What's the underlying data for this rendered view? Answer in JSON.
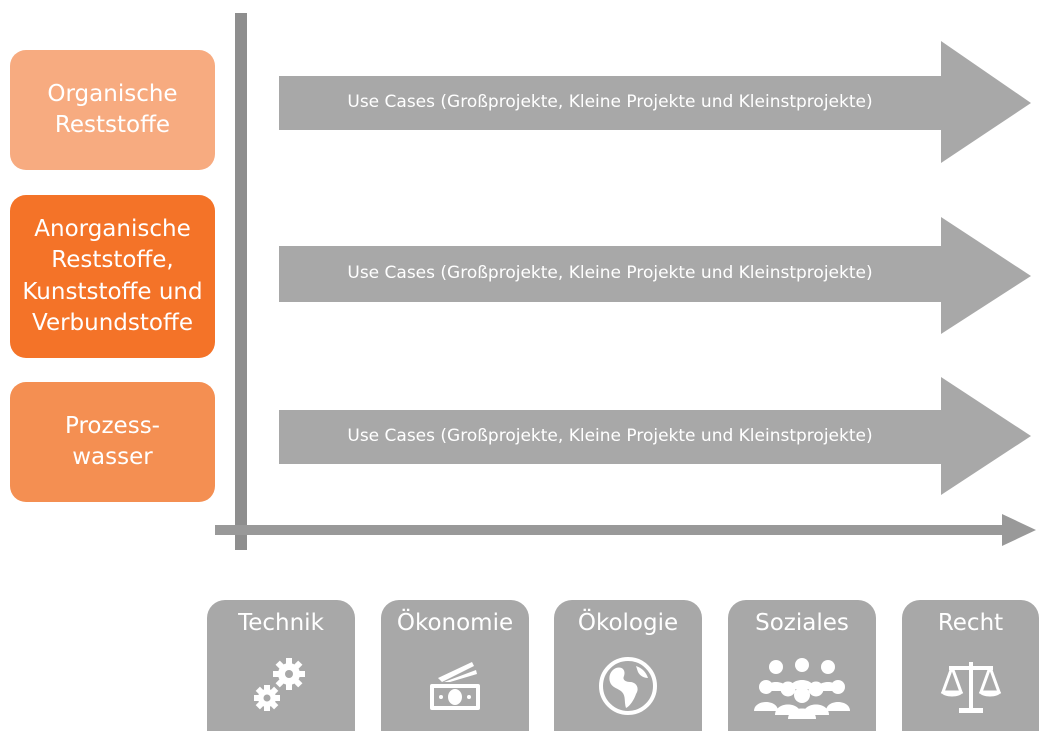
{
  "categories": [
    {
      "lines": [
        "Organische",
        "Reststoffe"
      ],
      "color": "#f7ab80"
    },
    {
      "lines": [
        "Anorganische",
        "Reststoffe,",
        "Kunststoffe und",
        "Verbundstoffe"
      ],
      "color": "#f47328"
    },
    {
      "lines": [
        "Prozess-",
        "wasser"
      ],
      "color": "#f48f52"
    }
  ],
  "use_cases": [
    {
      "label": "Use Cases (Großprojekte, Kleine Projekte und Kleinstprojekte)"
    },
    {
      "label": "Use Cases (Großprojekte, Kleine Projekte und Kleinstprojekte)"
    },
    {
      "label": "Use Cases (Großprojekte, Kleine Projekte und Kleinstprojekte)"
    }
  ],
  "dimensions": [
    {
      "label": "Technik",
      "icon": "gears-icon"
    },
    {
      "label": "Ökonomie",
      "icon": "money-icon"
    },
    {
      "label": "Ökologie",
      "icon": "globe-icon"
    },
    {
      "label": "Soziales",
      "icon": "people-icon"
    },
    {
      "label": "Recht",
      "icon": "scales-icon"
    }
  ],
  "colors": {
    "arrow": "#a8a8a8",
    "axis": "#8e8e8e",
    "tile": "#a8a8a8"
  }
}
